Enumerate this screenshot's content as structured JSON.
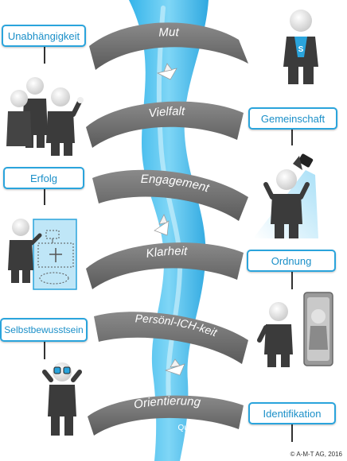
{
  "banners": [
    "Mut",
    "Vielfalt",
    "Engagement",
    "Klarheit",
    "Persönl-ICH-keit",
    "Orientierung"
  ],
  "signs": {
    "left": [
      "Unabhängigkeit",
      "Erfolg",
      "Selbstbewusstsein"
    ],
    "right": [
      "Gemeinschaft",
      "Ordnung",
      "Identifikation"
    ]
  },
  "river_label": "Quelle",
  "copyright": "© A-M-T AG, 2016",
  "colors": {
    "river": "#4cc3ef",
    "river_light": "#bfe9fa",
    "banner": "#6d6d6d",
    "sign_border": "#2aa4dc",
    "suit": "#3b3b3b"
  }
}
